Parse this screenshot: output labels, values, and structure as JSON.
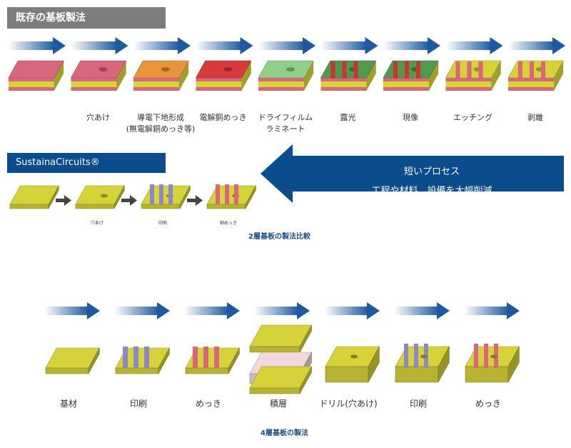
{
  "existing": {
    "header": "既存の基板製法",
    "steps": [
      {
        "label": "",
        "icon": "board-base-icon"
      },
      {
        "label": "穴あけ",
        "icon": "board-drill-icon"
      },
      {
        "label": "導電下地形成\n(無電解銅めっき等)",
        "icon": "board-seed-icon"
      },
      {
        "label": "電解銅めっき",
        "icon": "board-copper-icon"
      },
      {
        "label": "ドライフィルム\nラミネート",
        "icon": "board-film-icon"
      },
      {
        "label": "露光",
        "icon": "board-exposure-icon"
      },
      {
        "label": "現像",
        "icon": "board-develop-icon"
      },
      {
        "label": "エッチング",
        "icon": "board-etch-icon"
      },
      {
        "label": "剥離",
        "icon": "board-strip-icon"
      }
    ]
  },
  "sustaina": {
    "header": "SustainaCircuits®",
    "steps": [
      {
        "label": "",
        "icon": "sustaina-base-icon"
      },
      {
        "label": "穴あけ",
        "icon": "sustaina-drill-icon"
      },
      {
        "label": "印刷",
        "icon": "sustaina-print-icon"
      },
      {
        "label": "銅めっき",
        "icon": "sustaina-plate-icon"
      }
    ],
    "callout_line1": "短いプロセス",
    "callout_line2": "工程や材料、設備を大幅削減",
    "caption": "2層基板の製法比較"
  },
  "four_layer": {
    "steps": [
      {
        "label": "基材",
        "icon": "four-base-icon"
      },
      {
        "label": "印刷",
        "icon": "four-print-icon"
      },
      {
        "label": "めっき",
        "icon": "four-plate-icon"
      },
      {
        "label": "積層",
        "icon": "four-laminate-icon"
      },
      {
        "label": "ドリル(穴あけ)",
        "icon": "four-drill-icon"
      },
      {
        "label": "印刷",
        "icon": "four-print2-icon"
      },
      {
        "label": "めっき",
        "icon": "four-plate2-icon"
      }
    ],
    "caption": "4層基板の製法"
  },
  "colors": {
    "gray_header": "#7d7d7d",
    "blue_header": "#0a4c8c",
    "arrow_dark": "#1f5aa0",
    "substrate": "#d6d23a",
    "copper": "#d9667a",
    "resist": "#4f9a4f",
    "print": "#8f86c6"
  }
}
